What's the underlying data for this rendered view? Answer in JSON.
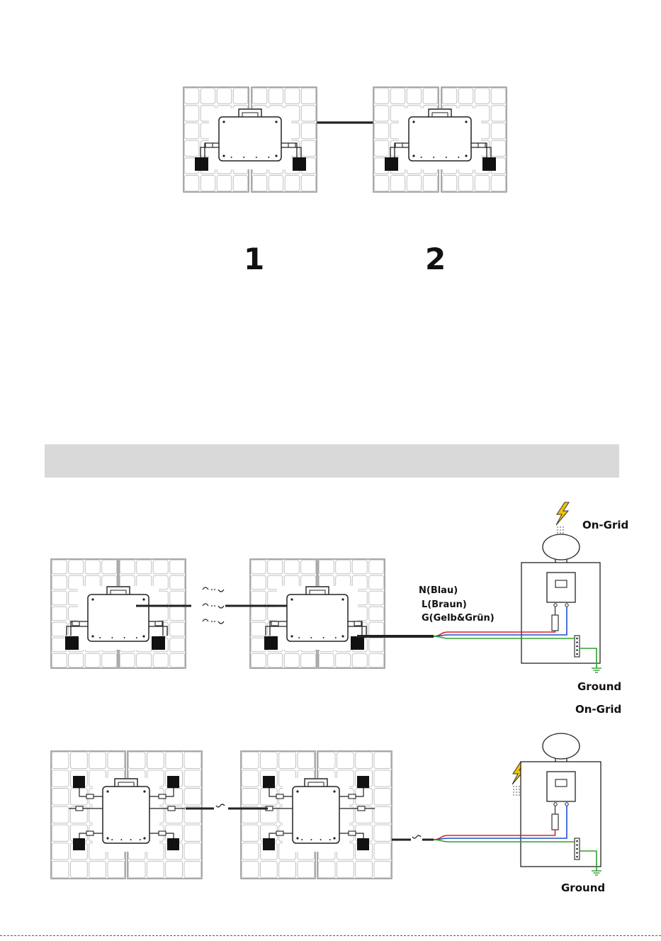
{
  "figure1": {
    "labels": [
      "1",
      "2"
    ]
  },
  "figure2": {
    "wire_labels": {
      "n": "N(Blau)",
      "l": "L(Braun)",
      "g": "G(Gelb&Grün)"
    },
    "on_grid_label": "On-Grid",
    "ground_label": "Ground"
  },
  "figure3": {
    "on_grid_label": "On-Grid",
    "ground_label": "Ground"
  },
  "colors": {
    "line": "#222222",
    "wire_red": "#e02020",
    "wire_blue": "#2050d0",
    "wire_green": "#30a030",
    "bolt": "#f2c200",
    "bar": "#d9d9d9"
  }
}
